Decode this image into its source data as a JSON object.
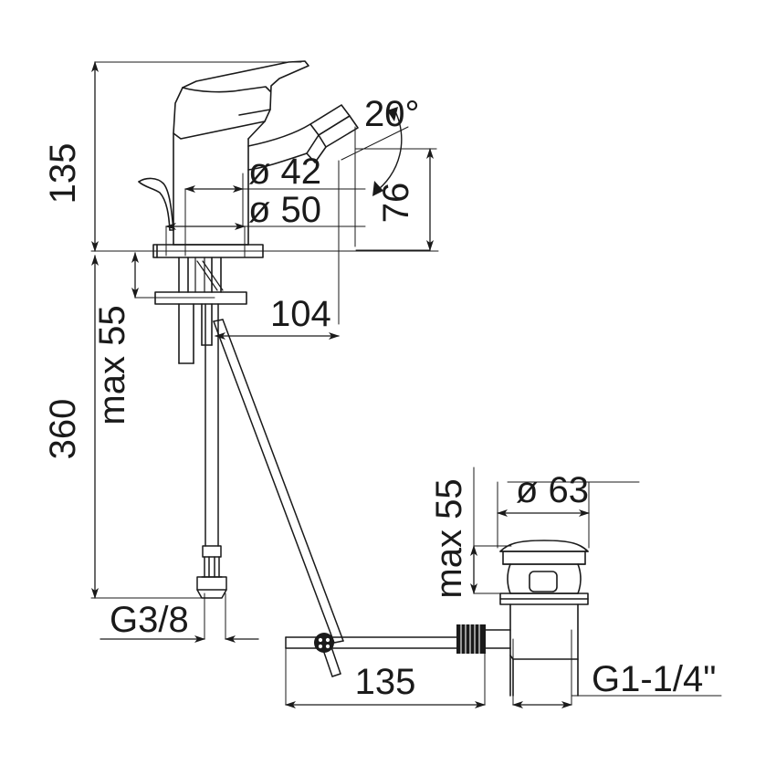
{
  "drawing": {
    "title": "Bidet mixer tap dimensional drawing",
    "type": "technical-line-drawing",
    "background_color": "#ffffff",
    "line_color": "#1a1a1a",
    "text_color": "#1a1a1a",
    "units": "mm"
  },
  "dimensions": {
    "height_total": "135",
    "height_below": "360",
    "max_shank": "max 55",
    "spout_diameter": "ø 42",
    "base_diameter": "ø 50",
    "spout_angle": "20°",
    "spout_height": "76",
    "spout_reach": "104",
    "supply_thread": "G3/8",
    "drain_max": "max 55",
    "drain_flange_diameter": "ø 63",
    "rod_length": "135",
    "drain_thread": "G1-1/4\""
  },
  "labels": [
    {
      "id": "h135",
      "text": "135",
      "orientation": "vertical"
    },
    {
      "id": "h360",
      "text": "360",
      "orientation": "vertical"
    },
    {
      "id": "max55a",
      "text": "max 55",
      "orientation": "vertical"
    },
    {
      "id": "d42",
      "text": "ø 42",
      "orientation": "horizontal"
    },
    {
      "id": "d50",
      "text": "ø 50",
      "orientation": "horizontal"
    },
    {
      "id": "ang20",
      "text": "20°",
      "orientation": "horizontal"
    },
    {
      "id": "h76",
      "text": "76",
      "orientation": "vertical"
    },
    {
      "id": "reach104",
      "text": "104",
      "orientation": "horizontal"
    },
    {
      "id": "g38",
      "text": "G3/8",
      "orientation": "horizontal"
    },
    {
      "id": "max55b",
      "text": "max 55",
      "orientation": "vertical"
    },
    {
      "id": "d63",
      "text": "ø 63",
      "orientation": "horizontal"
    },
    {
      "id": "len135",
      "text": "135",
      "orientation": "horizontal"
    },
    {
      "id": "g114",
      "text": "G1-1/4\"",
      "orientation": "horizontal"
    }
  ],
  "parts": [
    {
      "id": "lever-handle",
      "name": "Lever handle"
    },
    {
      "id": "faucet-body",
      "name": "Faucet body"
    },
    {
      "id": "spout-nozzle",
      "name": "Angled spout nozzle"
    },
    {
      "id": "popup-lever",
      "name": "Pop-up lift lever"
    },
    {
      "id": "mount-plate",
      "name": "Mounting plate"
    },
    {
      "id": "shank-washer",
      "name": "Shank washer and nut"
    },
    {
      "id": "supply-hose",
      "name": "Flexible supply hose"
    },
    {
      "id": "hose-nut",
      "name": "Hose connector nut G3/8"
    },
    {
      "id": "lift-rod",
      "name": "Pop-up lift rod"
    },
    {
      "id": "pivot-clip",
      "name": "Pivot clip"
    },
    {
      "id": "horizontal-rod",
      "name": "Horizontal pull rod"
    },
    {
      "id": "drain-flange",
      "name": "Drain flange cap"
    },
    {
      "id": "drain-body",
      "name": "Drain body"
    },
    {
      "id": "knurled-nut",
      "name": "Knurled pivot nut"
    },
    {
      "id": "drain-tailpiece",
      "name": "Drain tailpiece G1-1/4\""
    }
  ]
}
